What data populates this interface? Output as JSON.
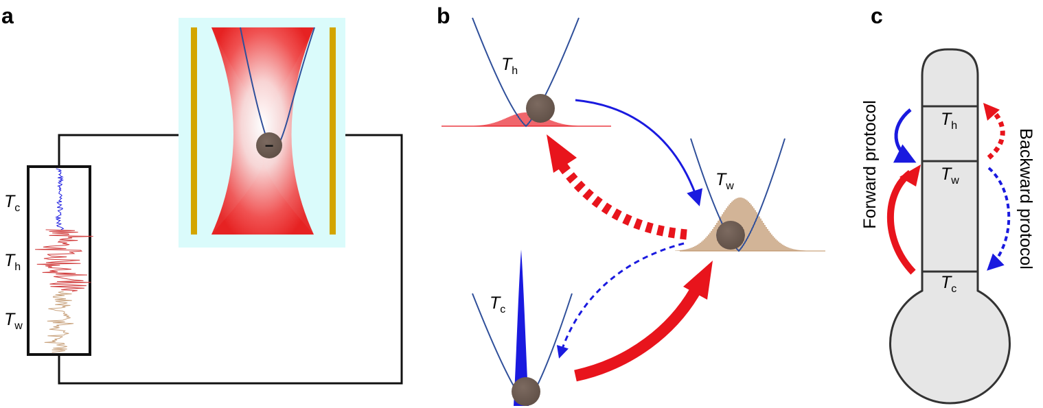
{
  "panels": {
    "a": "a",
    "b": "b",
    "c": "c"
  },
  "temps": {
    "cold": {
      "main": "T",
      "sub": "c"
    },
    "hot": {
      "main": "T",
      "sub": "h"
    },
    "warm": {
      "main": "T",
      "sub": "w"
    }
  },
  "panel_a": {
    "particle_charge": "−"
  },
  "panel_c": {
    "forward_label": "Forward protocol",
    "backward_label": "Backward protocol"
  },
  "colors": {
    "hot": "#e8141c",
    "cold": "#1a1adf",
    "warm": "#c9a37e",
    "cavity_bg": "#dafbfb",
    "electrode": "#d3a500",
    "trap_red": "#f23a3a",
    "particle": "#6e5c52",
    "potential": "#2f4f9a",
    "thermo_fill": "#e6e6e6"
  }
}
